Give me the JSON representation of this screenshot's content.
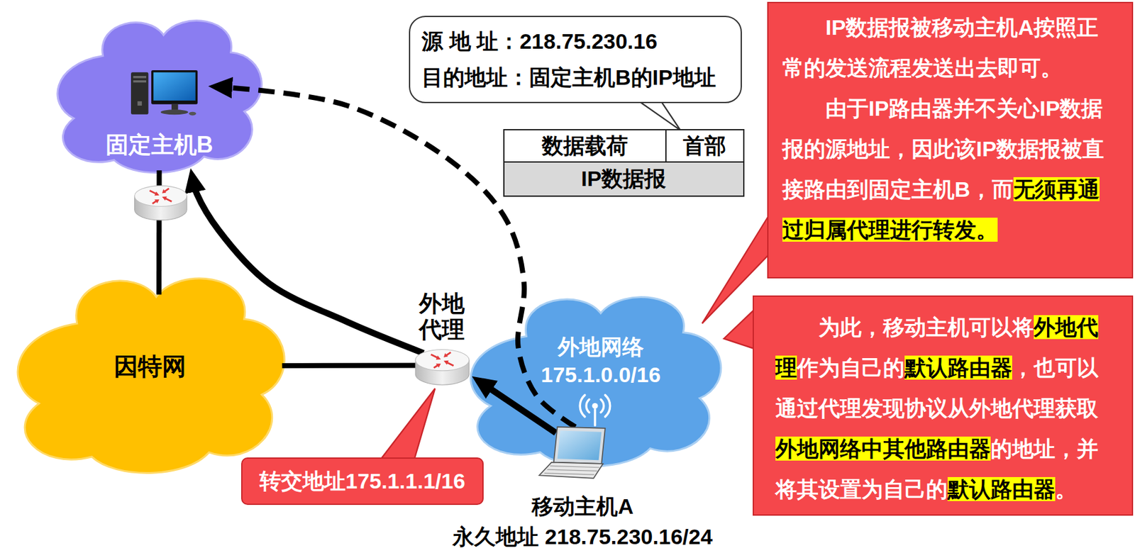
{
  "diagram": {
    "nodes": [
      {
        "text": [
          "固定主机B"
        ]
      },
      {
        "text": [
          "源 地 址：218.75.230.16",
          "目的地址：固定主机B的IP地址"
        ]
      },
      {
        "text": [
          "数据载荷"
        ]
      },
      {
        "text": [
          "首部"
        ]
      },
      {
        "text": [
          "IP数据报"
        ]
      },
      {
        "text": [
          "IP数据报被移动主机A按照正常的发送流程发送出去即可。",
          "由于IP路由器并不关心IP数据报的源地址，因此该IP数据报被直接路由到固定主机B，而无须再通过归属代理进行转发。"
        ]
      },
      {
        "text": [
          "因特网"
        ]
      },
      {
        "text": [
          "外地 代理"
        ]
      },
      {
        "text": [
          "外地网络",
          "175.1.0.0/16"
        ]
      },
      {
        "text": [
          "为此，移动主机可以将外地代理作为自己的默认路由器，也可以通过代理发现协议从外地代理获取外地网络中其他路由器的地址，并将其设置为自己的默认路由器。"
        ]
      },
      {
        "text": [
          "转交地址175.1.1.1/16"
        ]
      },
      {
        "text": [
          "移动主机A",
          "永久地址 218.75.230.16/24"
        ]
      }
    ],
    "edges": [
      {
        "from": 11,
        "to": 7,
        "arrow": "to"
      },
      {
        "from": 7,
        "to": 0,
        "arrow": "to"
      },
      {
        "from": 11,
        "to": 0,
        "arrow": "to"
      },
      {
        "from": 6,
        "to": 0,
        "arrow": "none"
      },
      {
        "from": 6,
        "to": 7,
        "arrow": "none"
      }
    ]
  }
}
